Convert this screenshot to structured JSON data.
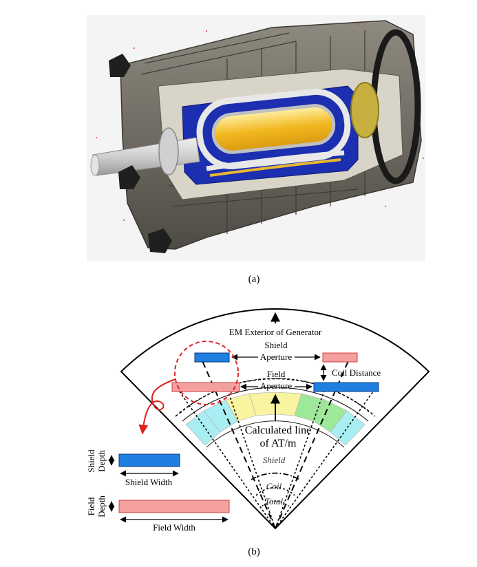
{
  "captions": {
    "a": "(a)",
    "b": "(b)"
  },
  "labels": {
    "em_exterior": "EM Exterior of Generator",
    "shield_aperture_1": "Shield",
    "shield_aperture_2": "Aperture",
    "field_aperture_1": "Field",
    "field_aperture_2": "Aperture",
    "coil_distance": "Coil Distance",
    "calc_line_1": "Calculated line",
    "calc_line_2": "of AT/m",
    "shield": "Shield",
    "coil": "Coil",
    "total": "Total",
    "shield_depth_1": "Shield",
    "shield_depth_2": "Depth",
    "shield_width": "Shield Width",
    "field_depth_1": "Field",
    "field_depth_2": "Depth",
    "field_width": "Field Width"
  },
  "colors": {
    "shield_blue": "#1f7fe0",
    "field_red": "#f4a0a0",
    "field_red_edge": "#d04040",
    "coil_cyan": "#a8eef2",
    "coil_yellow": "#f8f4a0",
    "coil_green": "#9ee89a",
    "callout_red": "#e02020",
    "photo_bg": "#f4f4f4"
  }
}
